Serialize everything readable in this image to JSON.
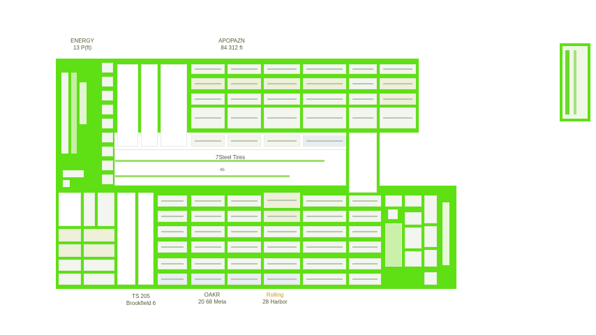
{
  "labels": {
    "top_left": {
      "line1": "ENERGY",
      "line2": "13 P(ft)"
    },
    "top_center": {
      "line1": "APOPAZN",
      "line2": "84 312 ft"
    },
    "bottom_left": {
      "line1": "TS 205",
      "line2": "Brookfield 6"
    },
    "bottom_center": {
      "line1": "OAKR",
      "line2": "20 68 Meta"
    },
    "bottom_right": {
      "line1": "Rolling",
      "line2": "28 Harbor"
    }
  },
  "sections": {
    "aisle_center": "7Steel Tires",
    "aisle_mark": "4b"
  },
  "colors": {
    "block": "#5fe014",
    "stall": "#f3f6ee",
    "text": "#5a5a3a"
  }
}
